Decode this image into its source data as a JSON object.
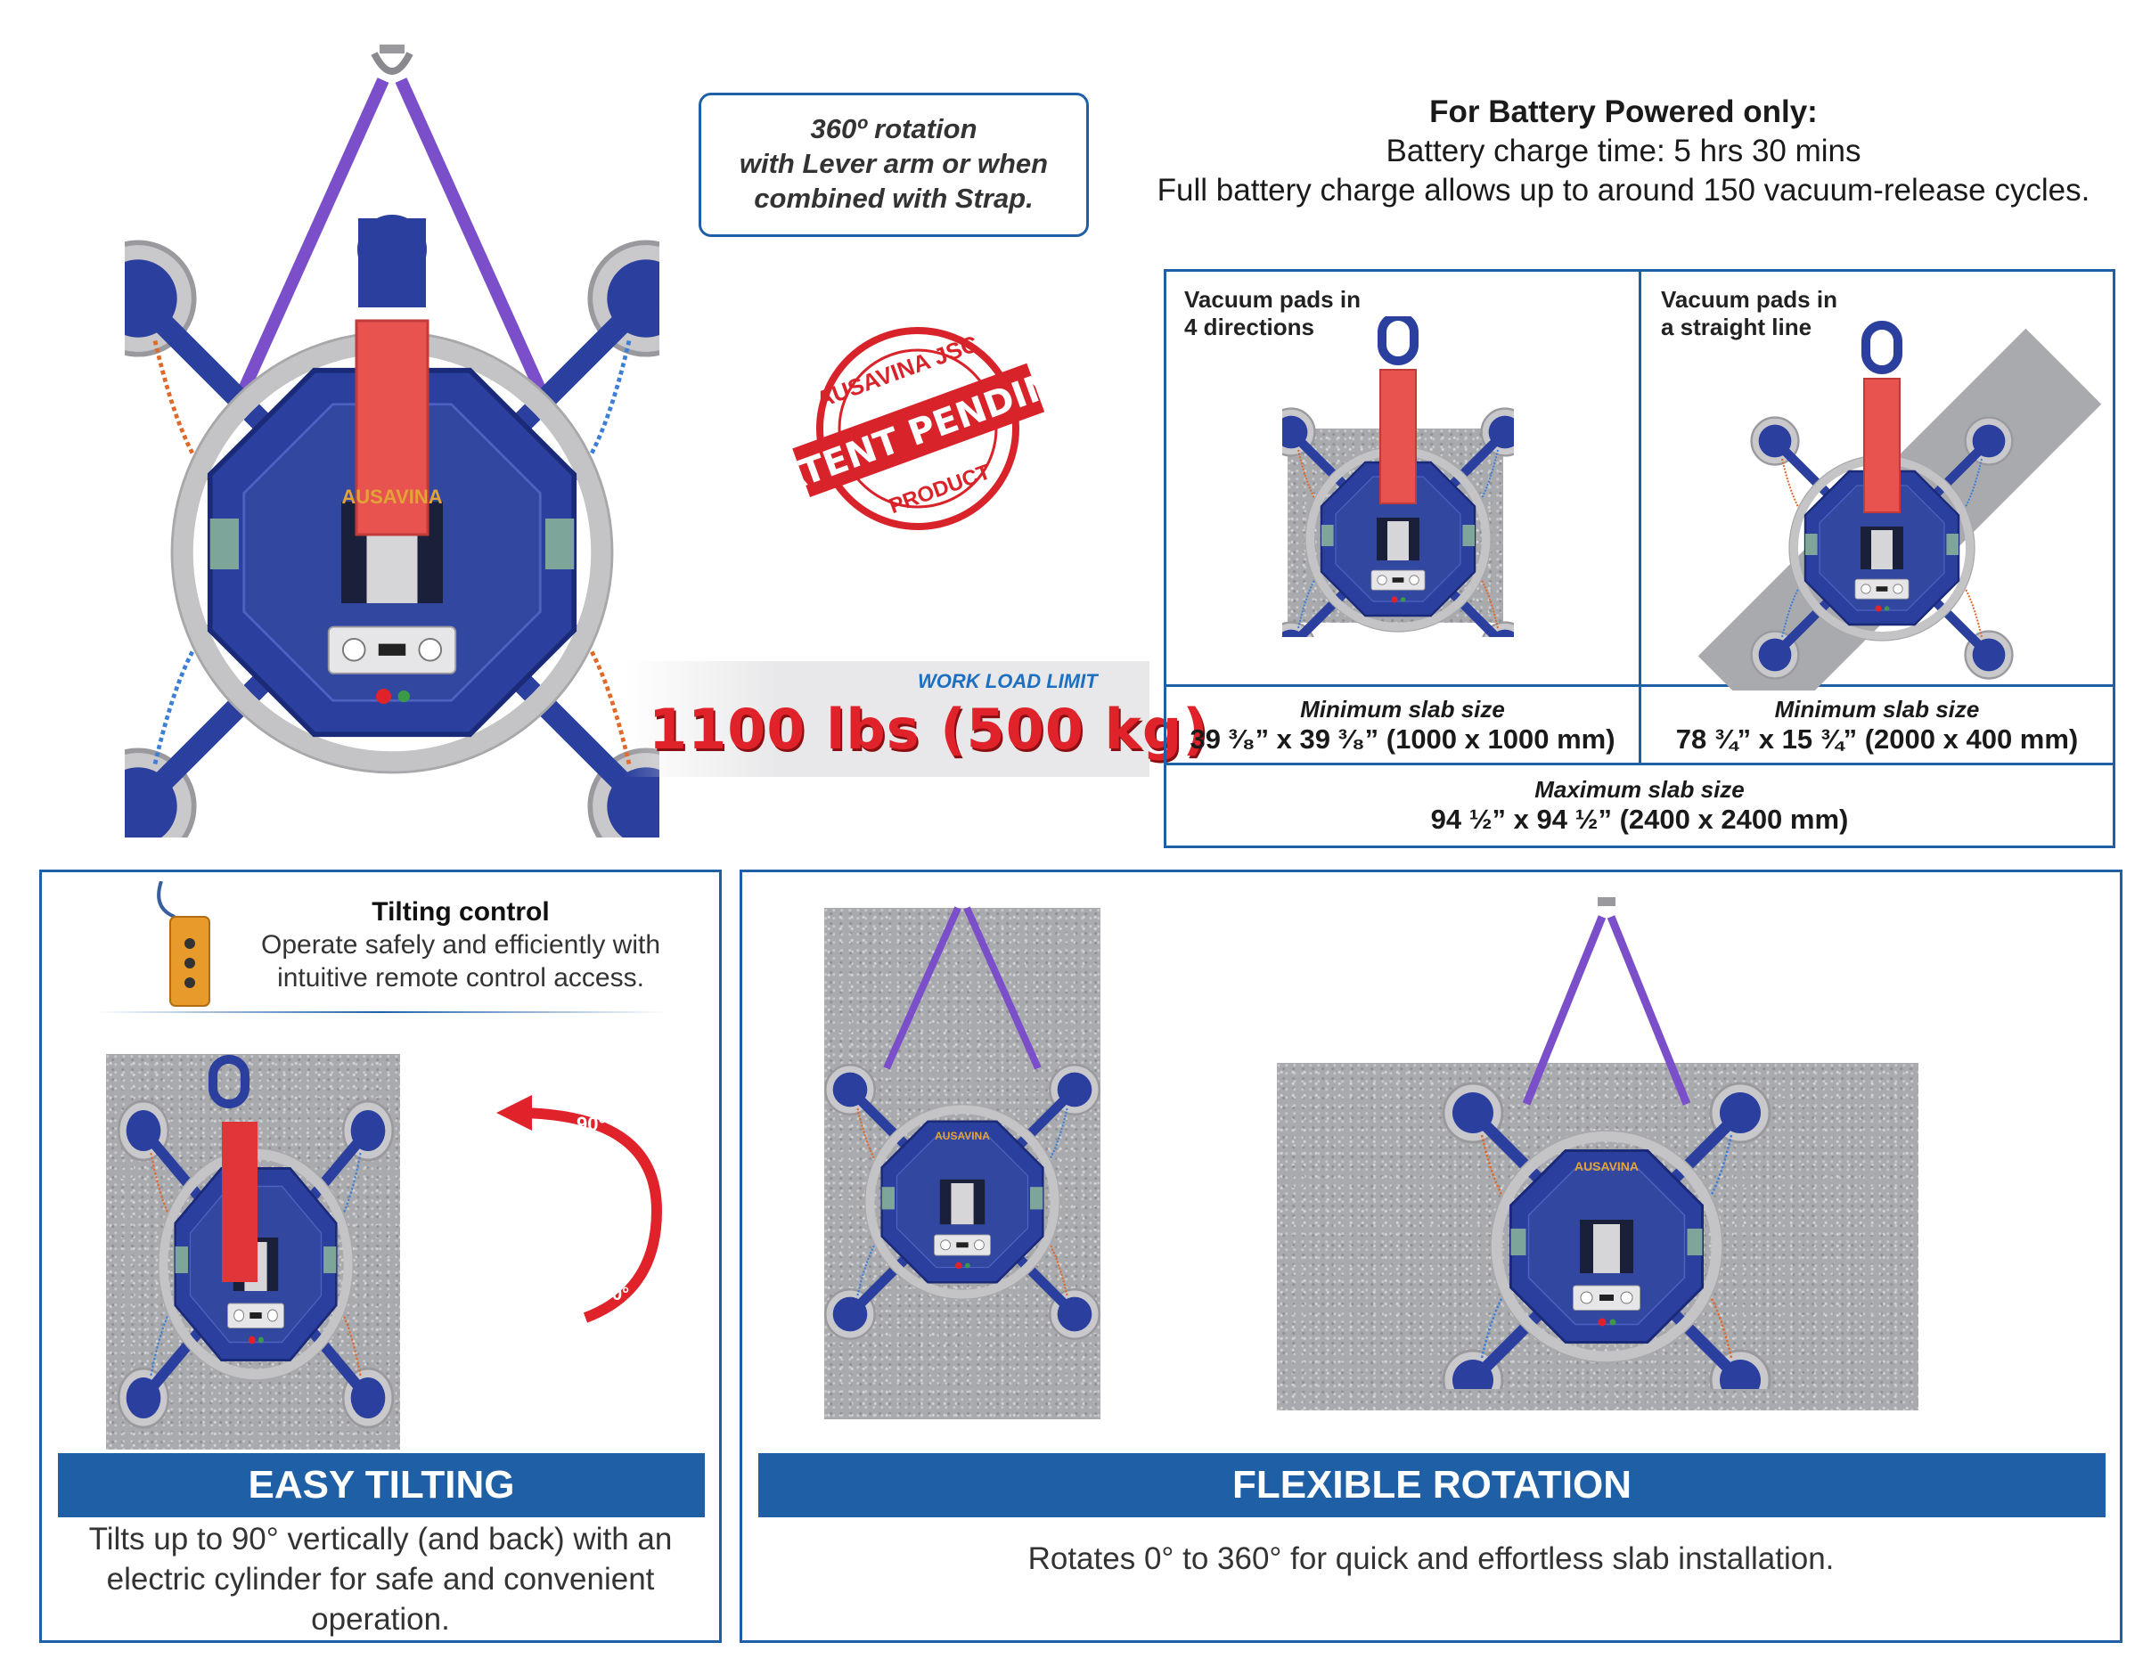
{
  "callout": {
    "lines": [
      "360º rotation",
      "with Lever arm or when",
      "combined with Strap."
    ]
  },
  "battery": {
    "title": "For Battery Powered only:",
    "line1": "Battery charge time: 5 hrs 30 mins",
    "line2": "Full battery charge allows up to around 150 vacuum-release cycles."
  },
  "stamp": {
    "top_text": "AUSAVINA JSC",
    "band": "PATENT PENDING",
    "bottom_text": "PRODUCT"
  },
  "work_load": {
    "label": "WORK LOAD LIMIT",
    "value": "1100 lbs (500 kg)"
  },
  "brand": "AUSAVINA",
  "specs": {
    "four_dir": {
      "title1": "Vacuum pads in",
      "title2": "4 directions",
      "min_label": "Minimum slab size",
      "min_value": "39 ³⁄₈” x 39 ³⁄₈” (1000 x 1000 mm)"
    },
    "straight": {
      "title1": "Vacuum pads in",
      "title2": "a straight line",
      "min_label": "Minimum slab size",
      "min_value": "78 ¾” x 15 ¾” (2000 x 400 mm)"
    },
    "max_label": "Maximum slab size",
    "max_value": "94 ½” x 94 ½” (2400 x 2400 mm)"
  },
  "tilting": {
    "control_title": "Tilting control",
    "control_line1": "Operate safely and efficiently with",
    "control_line2": "intuitive remote control access.",
    "angle_top": "90°",
    "angle_bottom": "0°",
    "band": "EASY TILTING",
    "desc1": "Tilts up to 90° vertically (and back) with an",
    "desc2": "electric cylinder for safe and convenient",
    "desc3": "operation."
  },
  "rotation": {
    "band": "FLEXIBLE ROTATION",
    "desc": "Rotates 0° to 360° for quick and effortless slab installation."
  },
  "colors": {
    "accent_blue": "#1f5fa6",
    "red": "#e0232a",
    "machine_blue": "#2b3f9e",
    "lever_red": "#e8534f",
    "strap_purple": "#7b4fc9"
  }
}
